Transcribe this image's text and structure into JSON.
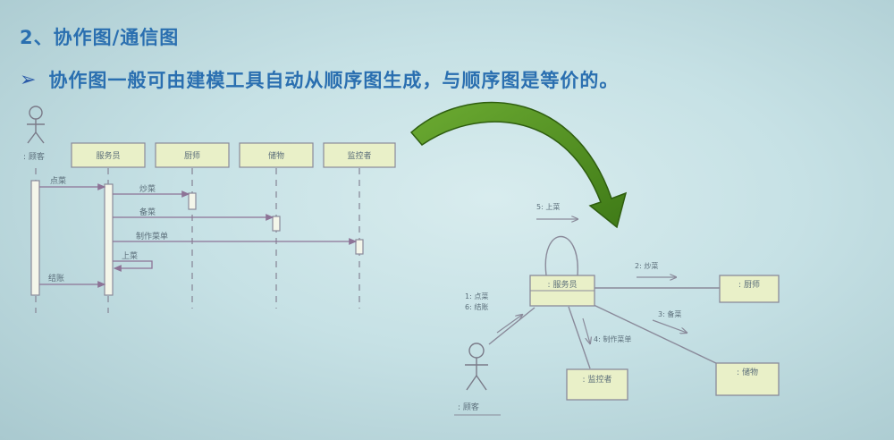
{
  "slide": {
    "heading": "2、协作图/通信图",
    "bullet_icon": "arrow-bullet-icon",
    "bullet_text": "协作图一般可由建模工具自动从顺序图生成，与顺序图是等价的。"
  },
  "sequence_diagram": {
    "actor_label": ": 顾客",
    "lifelines": [
      "服务员",
      "厨师",
      "储物",
      "监控者"
    ],
    "messages": [
      "点菜",
      "炒菜",
      "备菜",
      "制作菜单",
      "上菜",
      "结账"
    ]
  },
  "collaboration_diagram": {
    "central_object": ": 服务员",
    "objects": {
      "chef": ": 厨师",
      "storage": ": 储物",
      "monitor": ": 监控者"
    },
    "actor_label": ": 顾客",
    "messages": {
      "self_loop": "5: 上菜",
      "to_chef": "2: 炒菜",
      "to_storage": "3: 备菜",
      "to_monitor": "4: 制作菜单",
      "from_actor_1": "1: 点菜",
      "from_actor_2": "6: 结账"
    }
  },
  "colors": {
    "title": "#2a6fb0",
    "box_fill": "#e9f0c8",
    "line": "#8a8a9a",
    "arrow_green": "#4e8f1f"
  }
}
